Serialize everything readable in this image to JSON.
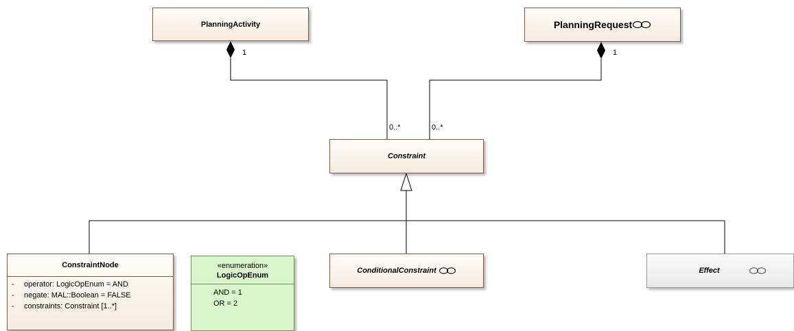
{
  "classes": {
    "planning_activity": {
      "name": "PlanningActivity"
    },
    "planning_request": {
      "name": "PlanningRequest",
      "icon": "link-lens-icon"
    },
    "constraint": {
      "name": "Constraint"
    },
    "conditional_constraint": {
      "name": "ConditionalConstraint",
      "icon": "link-lens-icon"
    },
    "effect": {
      "name": "Effect",
      "icon": "link-lens-icon"
    },
    "constraint_node": {
      "name": "ConstraintNode",
      "attributes": [
        {
          "visibility": "-",
          "text": "operator: LogicOpEnum = AND"
        },
        {
          "visibility": "-",
          "text": "negate: MAL::Boolean = FALSE"
        },
        {
          "visibility": "-",
          "text": "constraints: Constraint [1..*]"
        }
      ]
    },
    "logic_op_enum": {
      "stereotype": "«enumeration»",
      "name": "LogicOpEnum",
      "literals": [
        "AND = 1",
        "OR = 2"
      ]
    }
  },
  "associations": {
    "activity_multiplicity_whole": "1",
    "activity_multiplicity_part": "0..*",
    "request_multiplicity_whole": "1",
    "request_multiplicity_part": "0..*"
  },
  "colors": {
    "class_fill": "#f6ece1",
    "class_border": "#7a5a48",
    "enum_fill": "#d9f5cc",
    "abstract_gray_fill": "#e9e9e9",
    "line": "#000000"
  }
}
